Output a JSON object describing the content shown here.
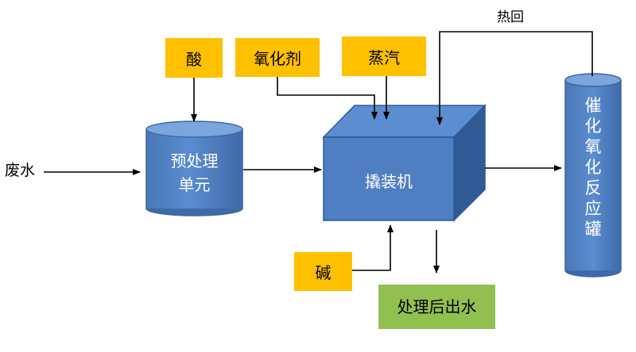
{
  "labels": {
    "waste_water": "废水",
    "acid": "酸",
    "oxidant": "氧化剂",
    "steam": "蒸汽",
    "heat_recovery": "热回",
    "base": "碱",
    "treated_output": "处理后出水"
  },
  "units": {
    "pretreatment_line1": "预处理",
    "pretreatment_line2": "单元",
    "mixer": "撬装机",
    "reactor": "催化氧化反应罐"
  },
  "colors": {
    "reagent_fill": "#ffc000",
    "output_fill": "#92c050",
    "unit_fill": "#4f7fc2",
    "unit_dark": "#2f5a96",
    "unit_top": "#5b8dd0"
  }
}
